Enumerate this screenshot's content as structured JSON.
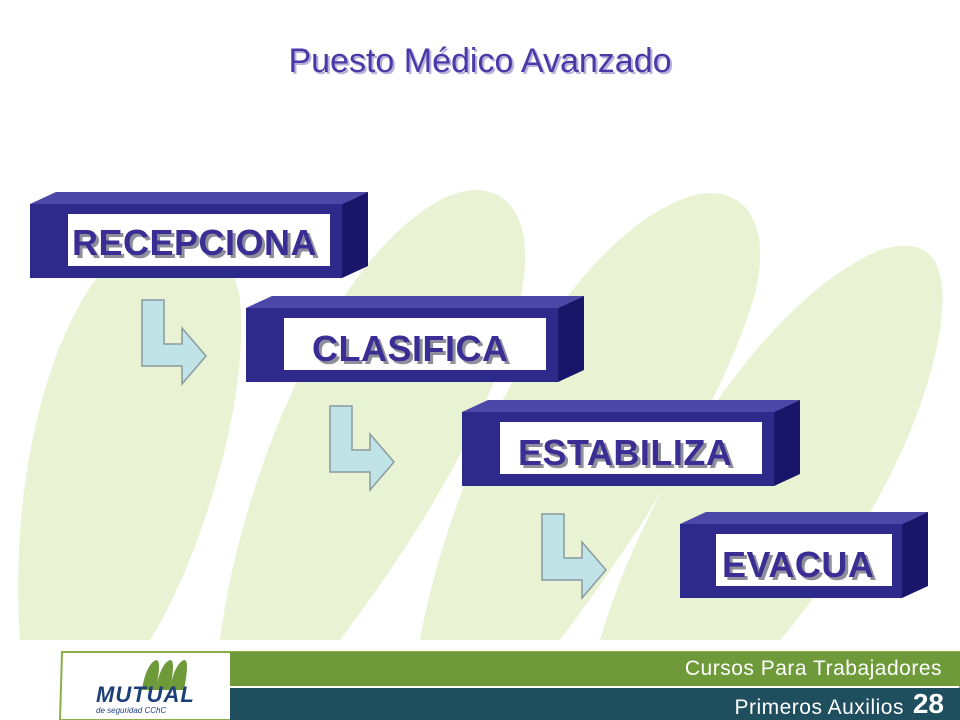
{
  "slide": {
    "title": "Puesto Médico Avanzado",
    "steps": [
      {
        "label": "RECEPCIONA"
      },
      {
        "label": "CLASIFICA"
      },
      {
        "label": "ESTABILIZA"
      },
      {
        "label": "EVACUA"
      }
    ]
  },
  "footer": {
    "course": "Cursos Para Trabajadores",
    "module": "Primeros Auxilios",
    "page_number": "28"
  },
  "logo": {
    "wordmark": "MUTUAL",
    "tagline": "de seguridad CChC"
  },
  "colors": {
    "box_face": "#2d2a8c",
    "box_dark": "#19166a",
    "label_text": "#3a2e94",
    "arrow_fill": "#bfe3e6",
    "footer_teal": "#1f4e5e",
    "footer_green": "#6f9a3a",
    "bg_shape": "#e9f1d2"
  }
}
